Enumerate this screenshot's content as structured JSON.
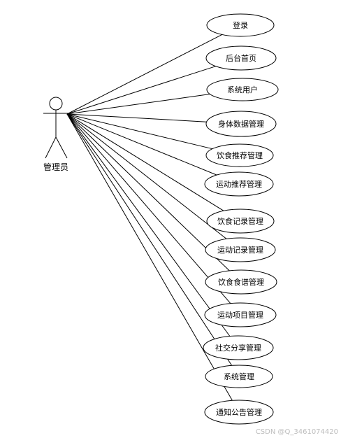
{
  "actor": {
    "name": "管理员"
  },
  "use_cases": [
    {
      "label": "登录"
    },
    {
      "label": "后台首页"
    },
    {
      "label": "系统用户"
    },
    {
      "label": "身体数据管理"
    },
    {
      "label": "饮食推荐管理"
    },
    {
      "label": "运动推荐管理"
    },
    {
      "label": "饮食记录管理"
    },
    {
      "label": "运动记录管理"
    },
    {
      "label": "饮食食谱管理"
    },
    {
      "label": "运动项目管理"
    },
    {
      "label": "社交分享管理"
    },
    {
      "label": "系统管理"
    },
    {
      "label": "通知公告管理"
    }
  ],
  "watermark": "CSDN @Q_3461074420"
}
